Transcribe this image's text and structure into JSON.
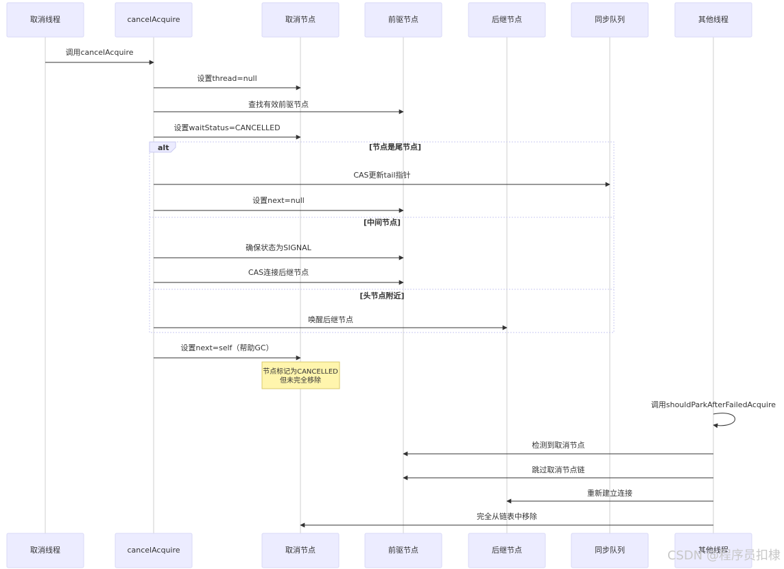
{
  "diagram": {
    "participants": [
      {
        "id": "cancel-thread",
        "label": "取消线程"
      },
      {
        "id": "cancel-acquire",
        "label": "cancelAcquire"
      },
      {
        "id": "cancel-node",
        "label": "取消节点"
      },
      {
        "id": "pred-node",
        "label": "前驱节点"
      },
      {
        "id": "succ-node",
        "label": "后继节点"
      },
      {
        "id": "sync-queue",
        "label": "同步队列"
      },
      {
        "id": "other-thread",
        "label": "其他线程"
      }
    ],
    "messages": [
      {
        "from": 0,
        "to": 1,
        "label": "调用cancelAcquire"
      },
      {
        "from": 1,
        "to": 2,
        "label": "设置thread=null"
      },
      {
        "from": 1,
        "to": 3,
        "label": "查找有效前驱节点"
      },
      {
        "from": 1,
        "to": 2,
        "label": "设置waitStatus=CANCELLED"
      },
      {
        "from": 1,
        "to": 5,
        "label": "CAS更新tail指针"
      },
      {
        "from": 1,
        "to": 3,
        "label": "设置next=null"
      },
      {
        "from": 1,
        "to": 3,
        "label": "确保状态为SIGNAL"
      },
      {
        "from": 1,
        "to": 3,
        "label": "CAS连接后继节点"
      },
      {
        "from": 1,
        "to": 4,
        "label": "唤醒后继节点"
      },
      {
        "from": 1,
        "to": 2,
        "label": "设置next=self（帮助GC）"
      },
      {
        "from": 6,
        "to": 6,
        "label": "调用shouldParkAfterFailedAcquire"
      },
      {
        "from": 6,
        "to": 3,
        "label": "检测到取消节点"
      },
      {
        "from": 6,
        "to": 3,
        "label": "跳过取消节点链"
      },
      {
        "from": 6,
        "to": 4,
        "label": "重新建立连接"
      },
      {
        "from": 6,
        "to": 2,
        "label": "完全从链表中移除"
      }
    ],
    "alt_block": {
      "keyword": "alt",
      "sections": [
        "[节点是尾节点]",
        "[中间节点]",
        "[头节点附近]"
      ]
    },
    "note": {
      "over": 2,
      "lines": [
        "节点标记为CANCELLED",
        "但未完全移除"
      ]
    },
    "watermark": "CSDN @程序员扣棣"
  }
}
